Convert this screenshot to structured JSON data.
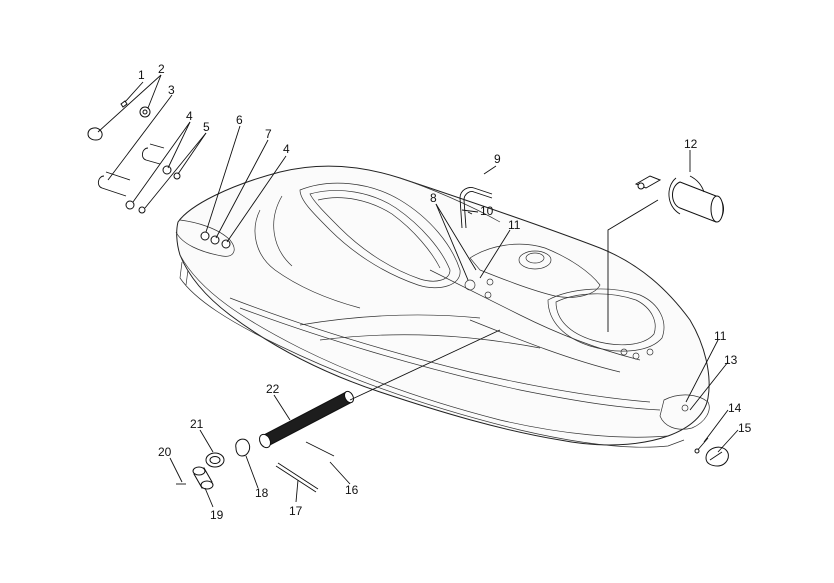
{
  "callouts": [
    {
      "id": "c1",
      "text": "1"
    },
    {
      "id": "c2",
      "text": "2"
    },
    {
      "id": "c3",
      "text": "3"
    },
    {
      "id": "c4a",
      "text": "4"
    },
    {
      "id": "c5",
      "text": "5"
    },
    {
      "id": "c6",
      "text": "6"
    },
    {
      "id": "c7",
      "text": "7"
    },
    {
      "id": "c4b",
      "text": "4"
    },
    {
      "id": "c9",
      "text": "9"
    },
    {
      "id": "c8",
      "text": "8"
    },
    {
      "id": "c10",
      "text": "10"
    },
    {
      "id": "c11a",
      "text": "11"
    },
    {
      "id": "c12",
      "text": "12"
    },
    {
      "id": "c11b",
      "text": "11"
    },
    {
      "id": "c13",
      "text": "13"
    },
    {
      "id": "c14",
      "text": "14"
    },
    {
      "id": "c15",
      "text": "15"
    },
    {
      "id": "c16",
      "text": "16"
    },
    {
      "id": "c17",
      "text": "17"
    },
    {
      "id": "c18",
      "text": "18"
    },
    {
      "id": "c19",
      "text": "19"
    },
    {
      "id": "c20",
      "text": "20"
    },
    {
      "id": "c21",
      "text": "21"
    },
    {
      "id": "c22",
      "text": "22"
    }
  ]
}
